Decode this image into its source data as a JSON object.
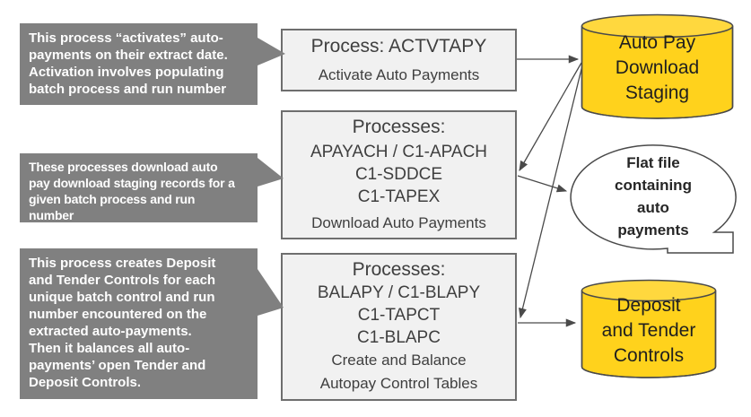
{
  "colors": {
    "callout_gray": "#808080",
    "callout_text": "#FFFFFF",
    "box_fill": "#F1F1F1",
    "box_border": "#6E6E6E",
    "box_text": "#3F3F3F",
    "cylinder_fill": "#FFD21C",
    "cylinder_top_fill": "#FFD83E",
    "shape_outline": "#4A4A4A",
    "arrow": "#4A4A4A",
    "flat_file_fill": "#FFFFFF"
  },
  "callouts": [
    {
      "lines": [
        "This process “activates” auto-",
        "payments on their extract date.",
        "Activation involves populating",
        "batch process and run number"
      ]
    },
    {
      "lines": [
        "These processes download  auto",
        "pay download staging records for a",
        "given batch process and run",
        "number"
      ]
    },
    {
      "lines": [
        "This process creates Deposit",
        "and Tender Controls for each",
        "unique batch control and run",
        "number encountered on the",
        "extracted auto-payments.",
        "Then it balances all auto-",
        "payments’ open Tender and",
        "Deposit Controls."
      ]
    }
  ],
  "process_boxes": [
    {
      "title": "Process: ACTVTAPY",
      "caption_lines": [
        "Activate Auto Payments"
      ]
    },
    {
      "title": "Processes:",
      "process_names": [
        "APAYACH / C1-APACH",
        "C1-SDDCE",
        "C1-TAPEX"
      ],
      "caption_lines": [
        "Download Auto Payments"
      ]
    },
    {
      "title": "Processes:",
      "process_names": [
        "BALAPY / C1-BLAPY",
        "C1-TAPCT",
        "C1-BLAPC"
      ],
      "caption_lines": [
        "Create and Balance",
        "Autopay Control Tables"
      ]
    }
  ],
  "datastores": [
    {
      "label_lines": [
        "Auto Pay",
        "Download",
        "Staging"
      ]
    },
    {
      "label_lines": [
        "Deposit",
        "and Tender",
        "Controls"
      ]
    }
  ],
  "flat_file": {
    "label_lines": [
      "Flat file",
      "containing",
      "auto",
      "payments"
    ]
  }
}
